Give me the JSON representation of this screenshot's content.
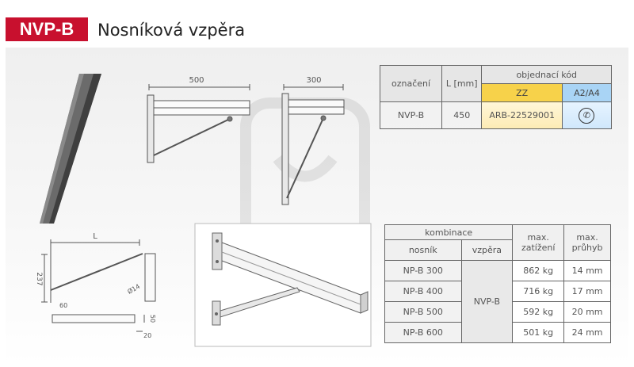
{
  "header": {
    "code": "NVP-B",
    "title": "Nosníková vzpěra"
  },
  "drawings": {
    "dim_500": "500",
    "dim_300": "300",
    "dim_L": "L",
    "dim_237": "237",
    "dim_phi14": "Ø14",
    "dim_60": "60",
    "dim_50": "50",
    "dim_20": "20"
  },
  "order_table": {
    "col_designation": "označení",
    "col_length": "L [mm]",
    "col_order_code": "objednací kód",
    "sub_zz": "ZZ",
    "sub_a2a4": "A2/A4",
    "row": {
      "designation": "NVP-B",
      "length": "450",
      "code": "ARB-22529001",
      "phone_icon": "phone-icon"
    }
  },
  "combo_table": {
    "col_combination": "kombinace",
    "col_beam": "nosník",
    "col_strut": "vzpěra",
    "col_max_load": "max. zatížení",
    "col_max_deflection": "max. průhyb",
    "strut_value": "NVP-B",
    "rows": [
      {
        "beam": "NP-B 300",
        "load": "862 kg",
        "deflection": "14 mm"
      },
      {
        "beam": "NP-B 400",
        "load": "716 kg",
        "deflection": "17 mm"
      },
      {
        "beam": "NP-B 500",
        "load": "592 kg",
        "deflection": "20 mm"
      },
      {
        "beam": "NP-B 600",
        "load": "501 kg",
        "deflection": "24 mm"
      }
    ]
  },
  "colors": {
    "brand_red": "#c8102e",
    "zz_yellow": "#f7d24a",
    "a2a4_blue": "#a9d4f5"
  }
}
